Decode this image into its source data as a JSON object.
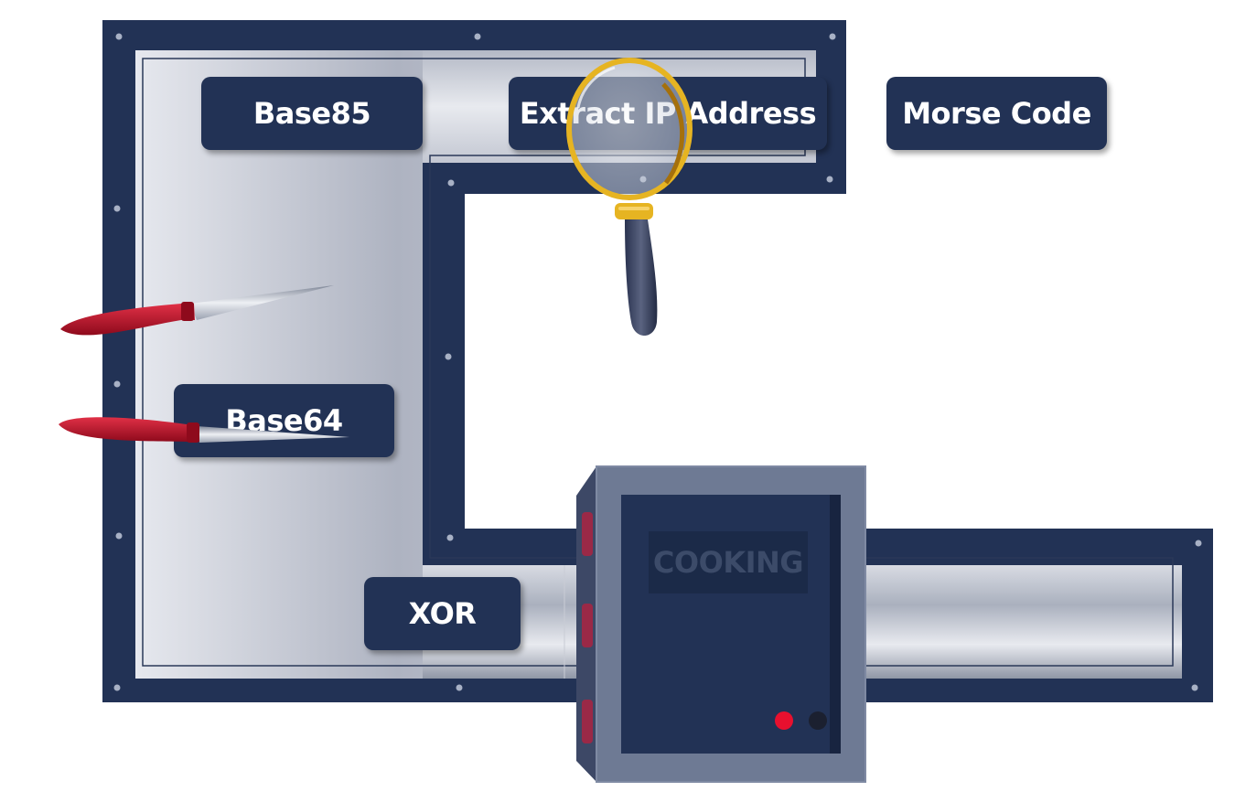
{
  "operations": {
    "base85": "Base85",
    "extract_ip": "Extract IP Address",
    "morse": "Morse Code",
    "base64": "Base64",
    "xor": "XOR"
  },
  "machine": {
    "label": "COOKING",
    "indicator_on_color": "#e8102e",
    "indicator_off_color": "#1b2030"
  },
  "colors": {
    "frame": "#223255",
    "pipe_light": "#e4e6ec",
    "pipe_dark": "#9aa1b2",
    "machine_body": "#6e7a94",
    "handle_red": "#b50f24",
    "lens_gold": "#e6b422"
  },
  "icons": [
    "magnifying-glass-icon",
    "knife-icon",
    "cooking-machine-icon"
  ]
}
